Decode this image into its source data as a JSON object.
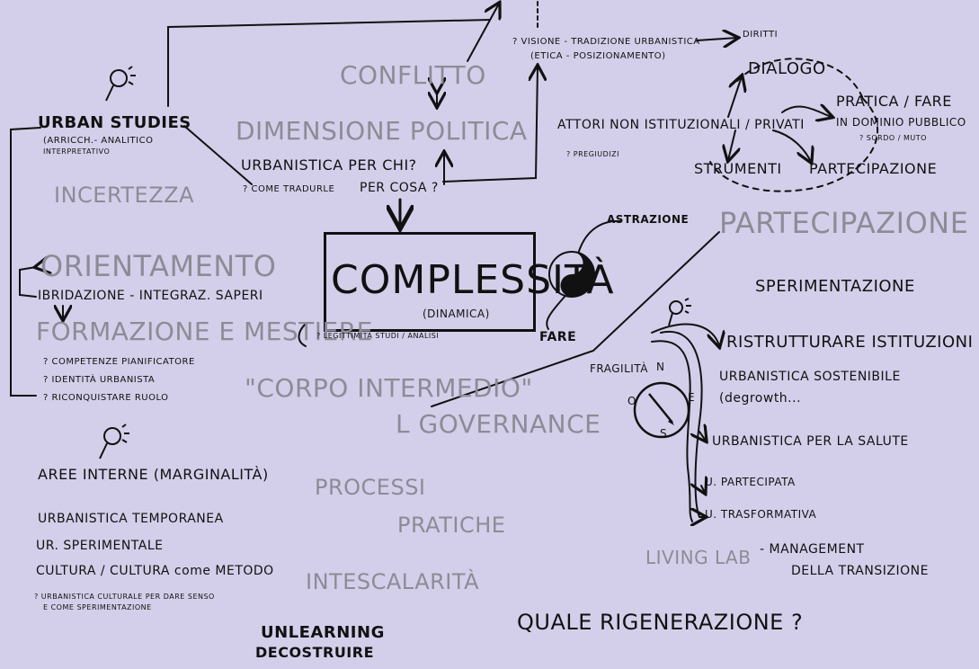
{
  "left": {
    "urban_studies": "URBAN STUDIES",
    "urban_studies_note_1": "(ARRICCH.- ANALITICO",
    "urban_studies_note_2": "INTERPRETATIVO",
    "incertezza": "INCERTEZZA",
    "orientamento": "ORIENTAMENTO",
    "ibridazione": "IBRIDAZIONE - INTEGRAZ. SAPERI",
    "formazione": "FORMAZIONE E MESTIERE",
    "formazione_q1": "? COMPETENZE PIANIFICATORE",
    "formazione_q2": "? IDENTITÀ URBANISTA",
    "formazione_q3": "? RICONQUISTARE RUOLO",
    "aree_interne": "AREE INTERNE (MARGINALITÀ)",
    "urb_temporanea": "URBANISTICA TEMPORANEA",
    "urb_sperimentale": "UR. SPERIMENTALE",
    "cultura": "CULTURA / CULTURA come METODO",
    "cultura_q1": "? URBANISTICA CULTURALE PER DARE SENSO",
    "cultura_q2": "E COME SPERIMENTAZIONE"
  },
  "center": {
    "conflitto": "CONFLITTO",
    "dimensione_politica": "DIMENSIONE POLITICA",
    "urbanistica_per_chi": "URBANISTICA PER CHI?",
    "come_tradurle": "? COME TRADURLE",
    "per_cosa": "PER COSA ?",
    "complessita": "COMPLESSITÀ",
    "dinamica": "(DINAMICA)",
    "legittimita": "? LEGITTIMITÀ STUDI / ANALISI",
    "corpo_intermedio": "\"CORPO INTERMEDIO\"",
    "governance": "L GOVERNANCE",
    "processi": "PROCESSI",
    "pratiche": "PRATICHE",
    "intescalarita": "INTESCALARITÀ",
    "unlearning": "UNLEARNING",
    "decostruire": "DECOSTRUIRE",
    "astrazione": "ASTRAZIONE",
    "fare": "FARE"
  },
  "top_right": {
    "visione_1": "? VISIONE - TRADIZIONE URBANISTICA",
    "visione_2": "(ETICA - POSIZIONAMENTO)",
    "diritti": "DIRITTI",
    "dialogo": "DIALOGO",
    "pratica_fare_1": "PRATICA / FARE",
    "pratica_fare_2": "IN DOMINIO PUBBLICO",
    "sordo_muto": "? SORDO / MUTO",
    "attori": "ATTORI NON ISTITUZIONALI / PRIVATI",
    "pregiudizi": "? PREGIUDIZI",
    "strumenti": "STRUMENTI",
    "partecipazione_small": "PARTECIPAZIONE"
  },
  "right": {
    "partecipazione_big": "PARTECIPAZIONE",
    "sperimentazione": "SPERIMENTAZIONE",
    "fragilita": "FRAGILITÀ",
    "compass_n": "N",
    "compass_o": "O",
    "compass_e": "E",
    "compass_s": "S",
    "ristrutturare": "RISTRUTTURARE ISTITUZIONI",
    "sostenibile": "URBANISTICA SOSTENIBILE",
    "degrowth": "(degrowth...",
    "salute": "URBANISTICA PER LA SALUTE",
    "partecipata": "U. PARTECIPATA",
    "trasformativa": "U. TRASFORMATIVA",
    "living_lab": "LIVING LAB",
    "management_1": "- MANAGEMENT",
    "management_2": "DELLA TRANSIZIONE",
    "quale": "QUALE RIGENERAZIONE ?"
  },
  "icons": [
    "lightbulb-icon",
    "yin-yang-icon",
    "compass-icon"
  ]
}
